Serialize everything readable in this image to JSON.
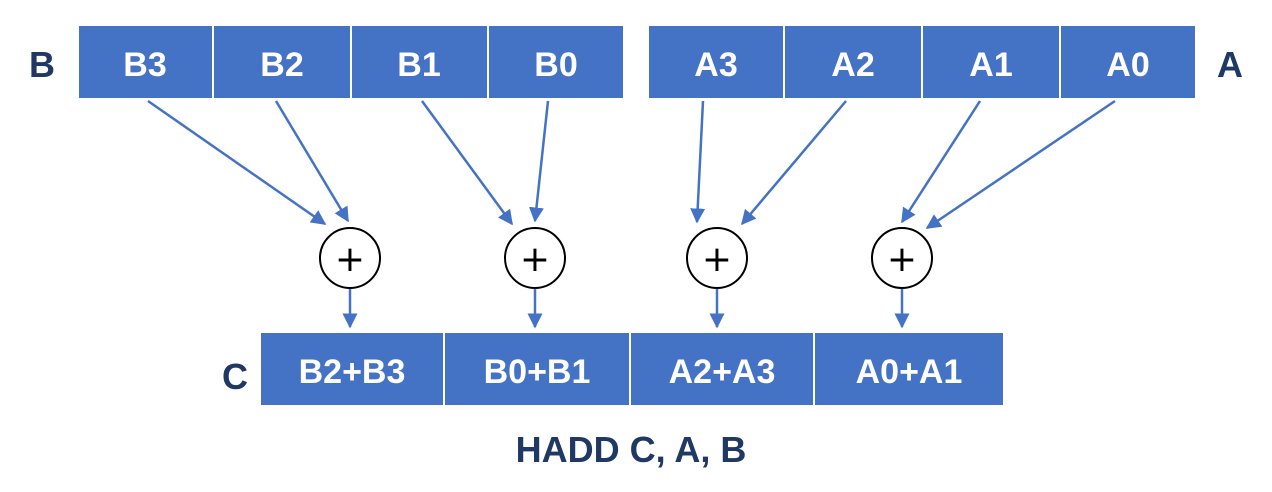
{
  "registers": {
    "b": {
      "label": "B",
      "lanes": [
        "B3",
        "B2",
        "B1",
        "B0"
      ]
    },
    "a": {
      "label": "A",
      "lanes": [
        "A3",
        "A2",
        "A1",
        "A0"
      ]
    },
    "c": {
      "label": "C",
      "lanes": [
        "B2+B3",
        "B0+B1",
        "A2+A3",
        "A0+A1"
      ]
    }
  },
  "adders": [
    "+",
    "+",
    "+",
    "+"
  ],
  "caption": "HADD C, A, B",
  "colors": {
    "lane_fill": "#4472C4",
    "label_text": "#1F3864",
    "arrow": "#4472C4"
  }
}
